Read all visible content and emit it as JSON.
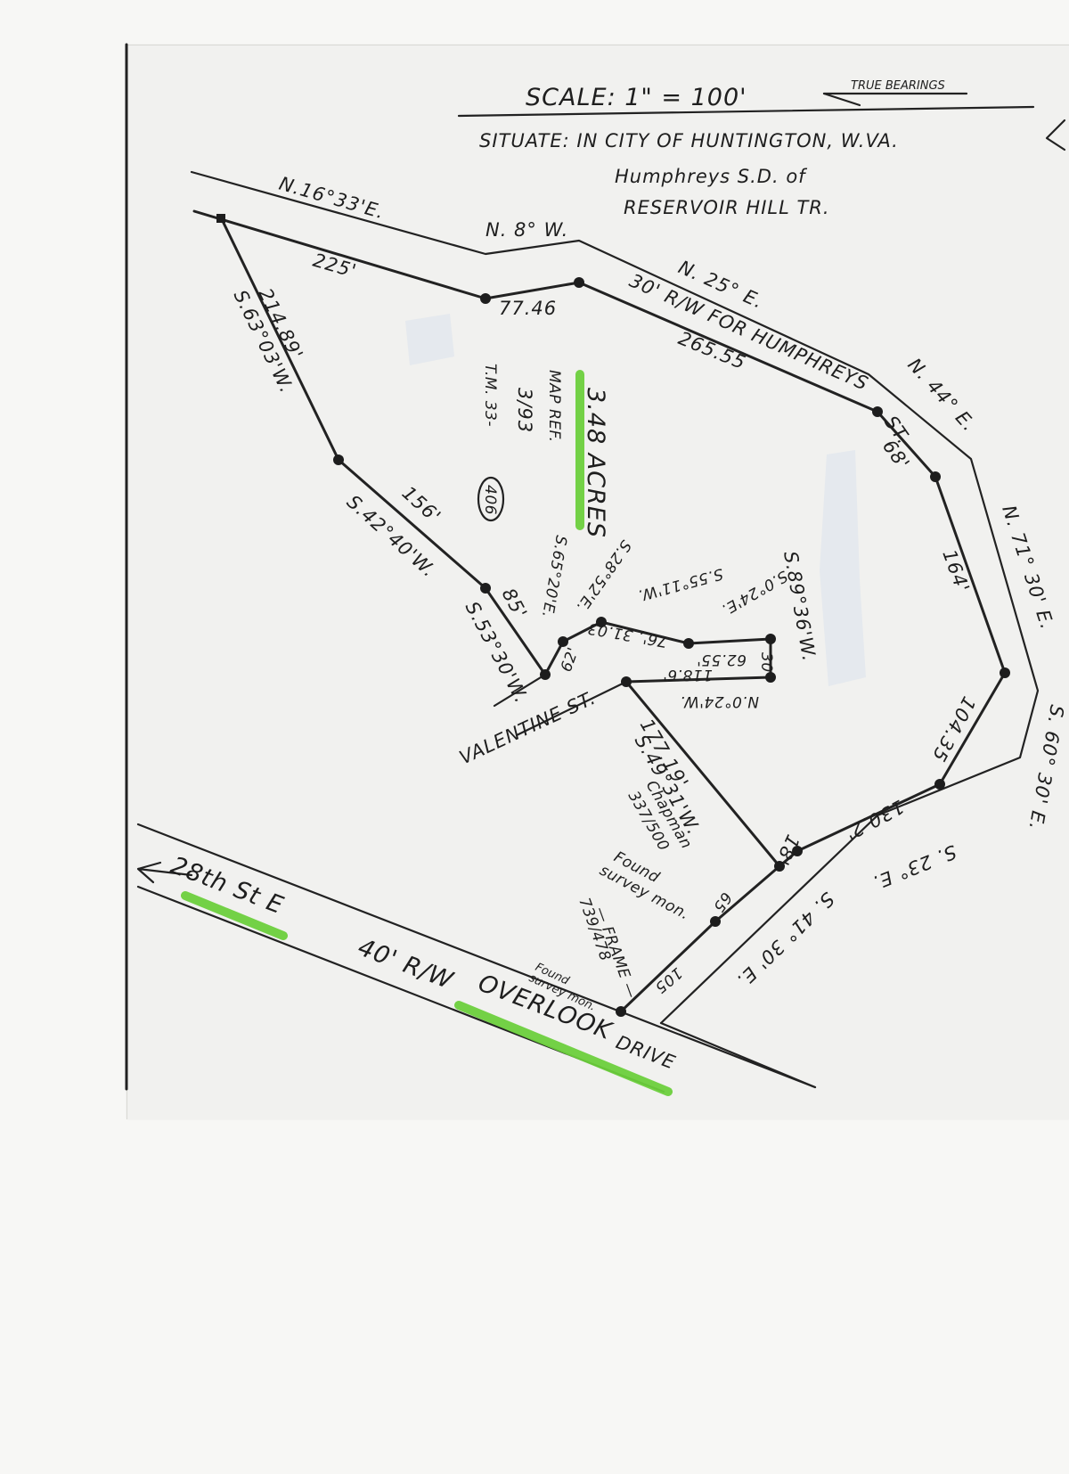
{
  "title_block": {
    "scale": "SCALE: 1\" = 100'",
    "bearing_note": "TRUE BEARINGS",
    "situate_line": "SITUATE: IN CITY OF HUNTINGTON, W.VA.",
    "subdivision_line1": "Humphreys S.D. of",
    "subdivision_line2": "RESERVOIR HILL TR."
  },
  "parcel": {
    "acreage": "3.48 ACRES",
    "map_ref_label": "MAP REF.",
    "map_ref_value": "3/93",
    "tax_map_prefix": "T.M. 33-",
    "tax_map_parcel": "406"
  },
  "streets": {
    "humphreys_row": "30' R/W FOR HUMPHREYS",
    "humphreys_st": "ST.",
    "valentine": "VALENTINE ST.",
    "overlook_row": "40' R/W",
    "overlook_name": "OVERLOOK",
    "overlook_drive": "DRIVE",
    "twenty_eighth": "28th St E"
  },
  "boundary_calls": {
    "north_line_bearing": "N.16°33'E.",
    "n8w": "N. 8° W.",
    "n25e": "N. 25° E.",
    "n44e": "N. 44° E.",
    "n71_30e": "N. 71° 30' E.",
    "s60_30e": "S. 60° 30' E.",
    "s23e": "S. 23° E.",
    "s41_30e": "S. 41° 30' E.",
    "d225": "225'",
    "d77_46": "77.46",
    "d265_55": "265.55",
    "d68": "68'",
    "d164": "164'",
    "d104_35": "104.35",
    "d130_2": "130.2'",
    "d18": "18'",
    "d65": "65",
    "d105": "105",
    "west_bearing": "S.63°03'W.",
    "d214_89": "214.89'",
    "s42_40w": "S.42°40'W.",
    "d156": "156'",
    "s53_30w": "S.53°30'W.",
    "d85": "85'",
    "s65_20e": "S.65°20'E.",
    "d62": "62'",
    "s28_52e": "S.28°52'E.",
    "d76_3103": "76', 31.03",
    "s55_11w": "S.55°11'W.",
    "s0_24e": "S.0°24'E.",
    "d62_55": "62.55'",
    "s89_36w": "S.89°36'W.",
    "d30": "30'",
    "d118_6": "118.6'",
    "n0_24w": "N.0°24'W.",
    "s49_31w": "S.49°31'W.",
    "d177_19": "177.19'"
  },
  "annotations": {
    "chapman": "Chapman",
    "chapman_ref": "337/500",
    "found_mon_1_a": "Found",
    "found_mon_1_b": "survey mon.",
    "frame": "— FRAME —",
    "frame_ref": "739/478",
    "found_mon_2_a": "Found",
    "found_mon_2_b": "survey mon."
  },
  "colors": {
    "ink": "#222222",
    "highlighter": "#6ccf3c",
    "paper": "#f1f1ef"
  }
}
